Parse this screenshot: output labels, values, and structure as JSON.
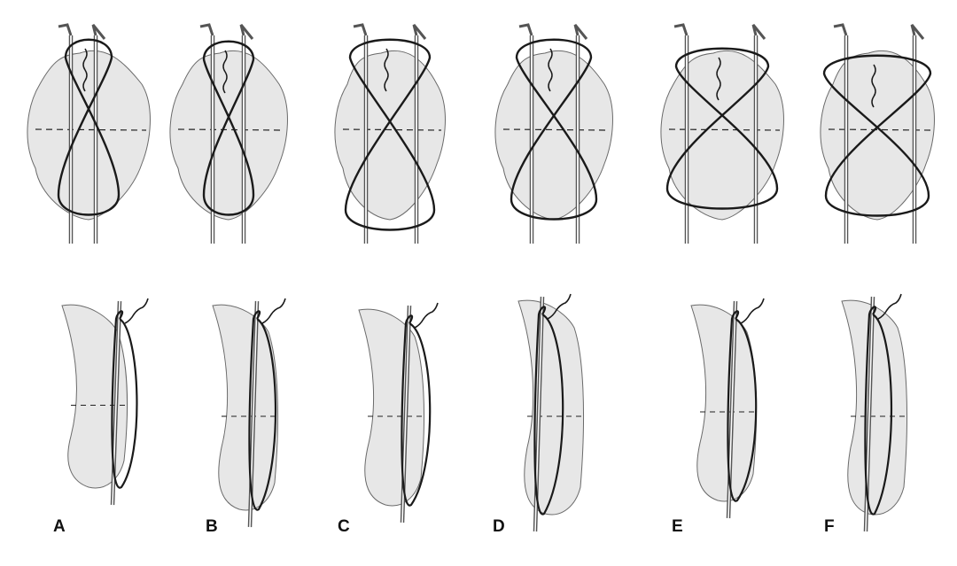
{
  "figure": {
    "panels": [
      {
        "label": "A"
      },
      {
        "label": "B"
      },
      {
        "label": "C"
      },
      {
        "label": "D"
      },
      {
        "label": "E"
      },
      {
        "label": "F"
      }
    ]
  },
  "colors": {
    "bone_fill": "#e7e7e7",
    "bone_outline": "#6a6a6a",
    "wire": "#1a1a1a",
    "kwire": "#555555",
    "midline": "#222222",
    "label": "#111111"
  }
}
